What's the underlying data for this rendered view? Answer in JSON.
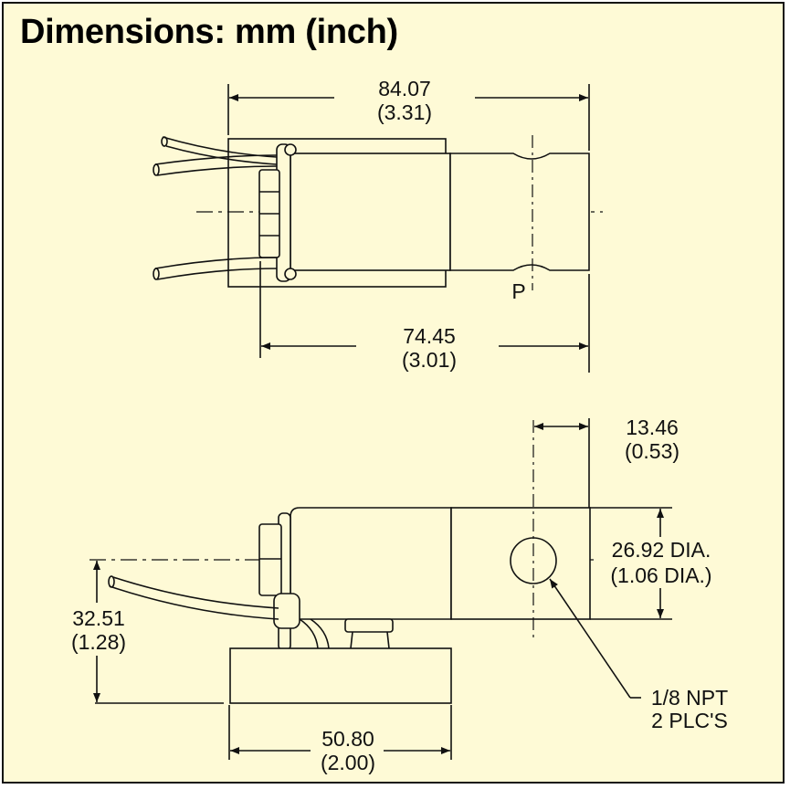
{
  "title": "Dimensions: mm (inch)",
  "colors": {
    "background": "#fefad6",
    "ink": "#111111"
  },
  "top_view": {
    "overall_length": {
      "mm": "84.07",
      "inch": "(3.31)"
    },
    "body_length": {
      "mm": "74.45",
      "inch": "(3.01)"
    },
    "port_label": "P"
  },
  "side_view": {
    "port_offset": {
      "mm": "13.46",
      "inch": "(0.53)"
    },
    "diameter": {
      "mm": "26.92 DIA.",
      "inch": "(1.06 DIA.)"
    },
    "height": {
      "mm": "32.51",
      "inch": "(1.28)"
    },
    "base_width": {
      "mm": "50.80",
      "inch": "(2.00)"
    },
    "port_note": {
      "line1": "1/8 NPT",
      "line2": "2 PLC'S"
    }
  }
}
